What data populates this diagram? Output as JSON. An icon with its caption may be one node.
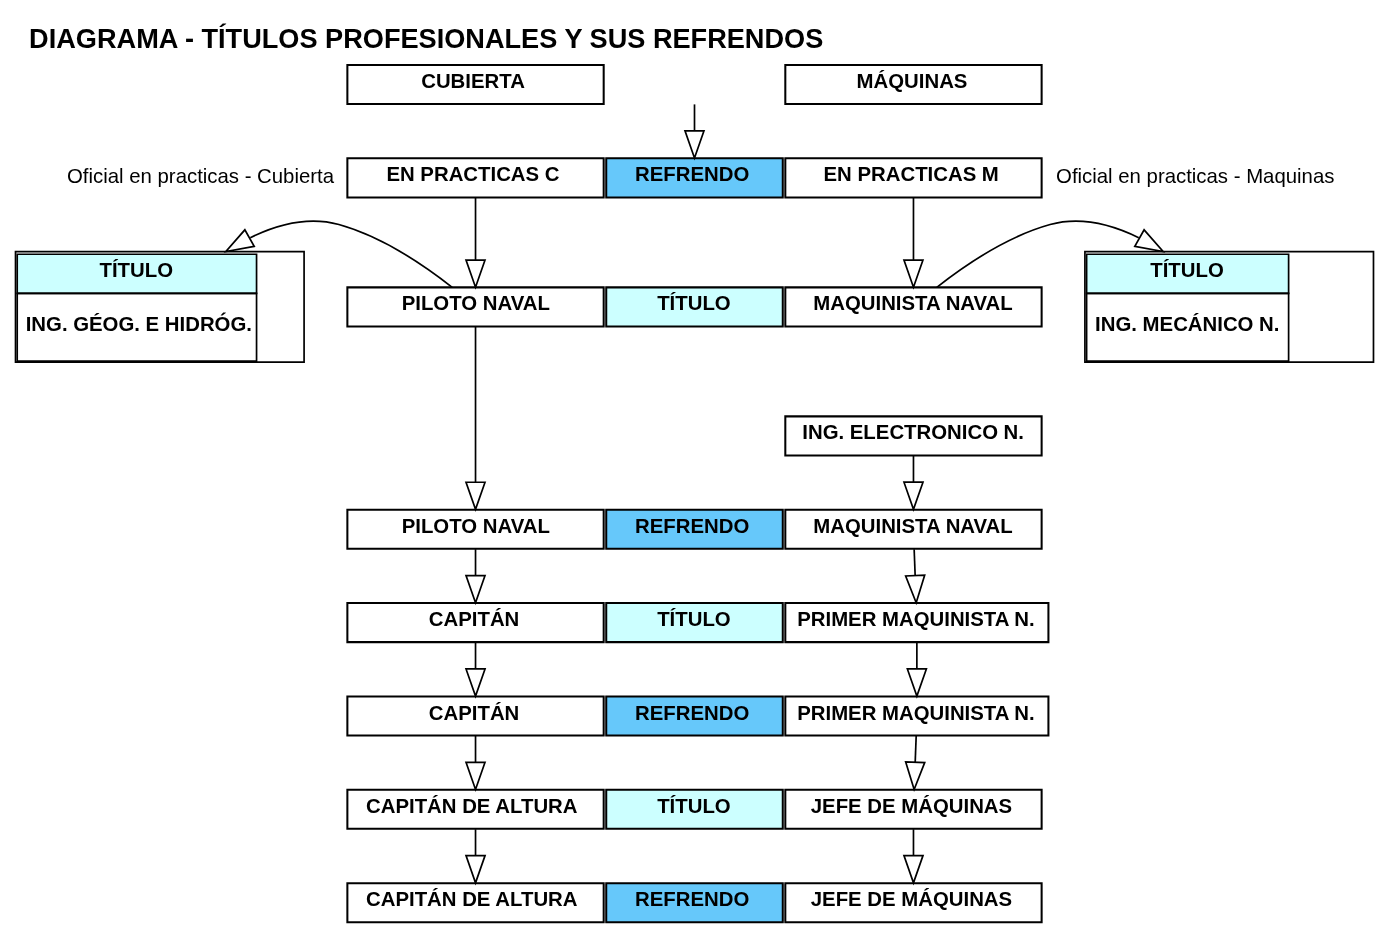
{
  "diagram": {
    "title": "DIAGRAMA - TÍTULOS PROFESIONALES Y SUS REFRENDOS",
    "nodes": [
      {
        "text": [
          "CUBIERTA"
        ]
      },
      {
        "text": [
          "MÁQUINAS"
        ]
      },
      {
        "text": [
          "EN PRACTICAS C"
        ],
        "beside": [
          "Oficial en practicas - Cubierta"
        ]
      },
      {
        "text": [
          "REFRENDO"
        ]
      },
      {
        "text": [
          "EN PRACTICAS M"
        ],
        "beside": [
          "Oficial en practicas - Maquinas"
        ]
      },
      {
        "text": [
          "TÍTULO",
          "ING. GÉOG. E HIDRÓG."
        ]
      },
      {
        "text": [
          "PILOTO NAVAL"
        ]
      },
      {
        "text": [
          "TÍTULO"
        ]
      },
      {
        "text": [
          "MAQUINISTA NAVAL"
        ]
      },
      {
        "text": [
          "ING. ELECTRONICO N."
        ]
      },
      {
        "text": [
          "TÍTULO",
          "ING. MECÁNICO N."
        ]
      },
      {
        "text": [
          "PILOTO NAVAL"
        ]
      },
      {
        "text": [
          "REFRENDO"
        ]
      },
      {
        "text": [
          "MAQUINISTA NAVAL"
        ]
      },
      {
        "text": [
          "CAPITÁN"
        ]
      },
      {
        "text": [
          "TÍTULO"
        ]
      },
      {
        "text": [
          "PRIMER MAQUINISTA N."
        ]
      },
      {
        "text": [
          "CAPITÁN"
        ]
      },
      {
        "text": [
          "REFRENDO"
        ]
      },
      {
        "text": [
          "PRIMER MAQUINISTA N."
        ]
      },
      {
        "text": [
          "CAPITÁN DE ALTURA"
        ]
      },
      {
        "text": [
          "TÍTULO"
        ]
      },
      {
        "text": [
          "JEFE DE MÁQUINAS"
        ]
      },
      {
        "text": [
          "CAPITÁN DE ALTURA"
        ]
      },
      {
        "text": [
          "REFRENDO"
        ]
      },
      {
        "text": [
          "JEFE DE MÁQUINAS"
        ]
      }
    ],
    "edges": [
      {
        "from": null,
        "to": 3,
        "arrow": "to"
      },
      {
        "from": 2,
        "to": 6,
        "arrow": "to"
      },
      {
        "from": 4,
        "to": 8,
        "arrow": "to"
      },
      {
        "from": 6,
        "to": 5,
        "arrow": "to"
      },
      {
        "from": 8,
        "to": 10,
        "arrow": "to"
      },
      {
        "from": 6,
        "to": 11,
        "arrow": "to"
      },
      {
        "from": 9,
        "to": 13,
        "arrow": "to"
      },
      {
        "from": 11,
        "to": 14,
        "arrow": "to"
      },
      {
        "from": 13,
        "to": 16,
        "arrow": "to"
      },
      {
        "from": 14,
        "to": 17,
        "arrow": "to"
      },
      {
        "from": 16,
        "to": 19,
        "arrow": "to"
      },
      {
        "from": 17,
        "to": 20,
        "arrow": "to"
      },
      {
        "from": 19,
        "to": 22,
        "arrow": "to"
      },
      {
        "from": 20,
        "to": 23,
        "arrow": "to"
      },
      {
        "from": 22,
        "to": 25,
        "arrow": "to"
      }
    ]
  }
}
